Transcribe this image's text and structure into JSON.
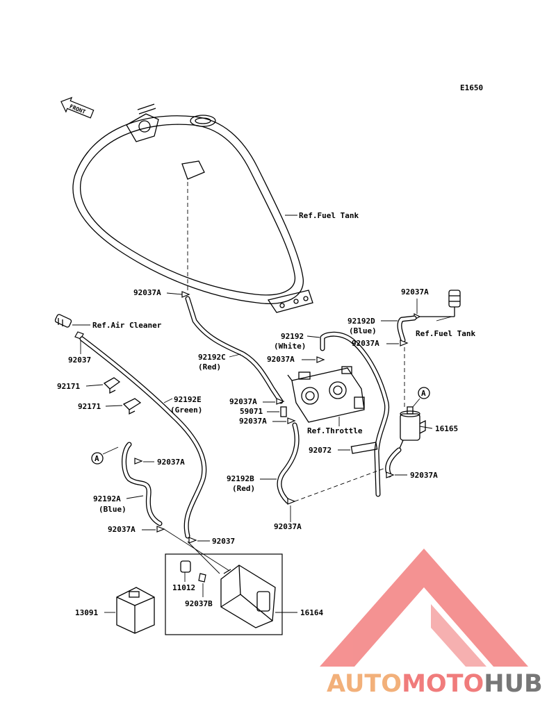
{
  "diagram_code": "E1650",
  "front_label": "FRONT",
  "watermark": {
    "part1": "AUTO",
    "part2": "MOTO",
    "part3": "HUB",
    "color1": "#f2b07a",
    "color2": "#f07c7c",
    "color3": "#777777",
    "logo_color": "#f37f7f"
  },
  "labels": {
    "ref_fuel_tank_main": "Ref.Fuel Tank",
    "ref_fuel_tank_right": "Ref.Fuel Tank",
    "ref_air_cleaner": "Ref.Air Cleaner",
    "ref_throttle": "Ref.Throttle",
    "p92037A_tank": "92037A",
    "p92037A_top_right": "92037A",
    "p92192D": "92192D",
    "p92192D_color": "(Blue)",
    "p92037A_right2": "92037A",
    "p92192": "92192",
    "p92192_color": "(White)",
    "p92037A_white": "92037A",
    "p92037_air": "92037",
    "p92192C": "92192C",
    "p92192C_color": "(Red)",
    "p92171_a": "92171",
    "p92171_b": "92171",
    "p92192E": "92192E",
    "p92192E_color": "(Green)",
    "p92037A_throttle1": "92037A",
    "p59071": "59071",
    "p92037A_throttle2": "92037A",
    "p16165": "16165",
    "p92072": "92072",
    "callout_a_left": "A",
    "callout_a_right": "A",
    "p92037A_left": "92037A",
    "p92037A_valve": "92037A",
    "p92192B": "92192B",
    "p92192B_color": "(Red)",
    "p92192A": "92192A",
    "p92192A_color": "(Blue)",
    "p92037A_bottom_left": "92037A",
    "p92037_bottom": "92037",
    "p92037A_bottom": "92037A",
    "p11012": "11012",
    "p92037B": "92037B",
    "p13091": "13091",
    "p16164": "16164"
  }
}
